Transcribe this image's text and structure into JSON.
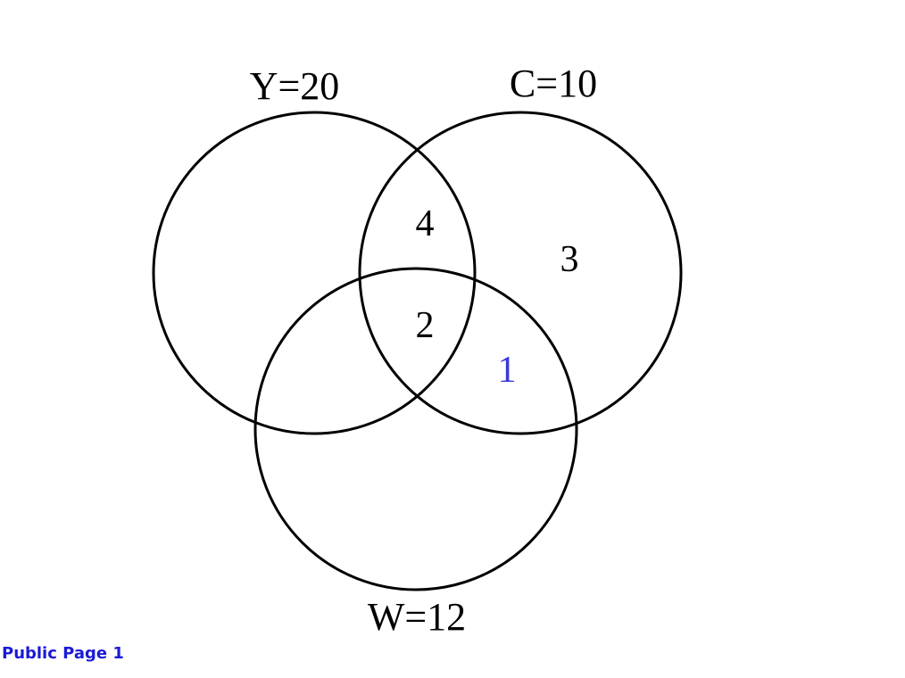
{
  "diagram": {
    "sets": [
      {
        "id": "Y",
        "label": "Y=20"
      },
      {
        "id": "C",
        "label": "C=10"
      },
      {
        "id": "W",
        "label": "W=12"
      }
    ],
    "regions": [
      {
        "id": "Y-C",
        "label": "4",
        "color": "#000000"
      },
      {
        "id": "Y-C-W",
        "label": "2",
        "color": "#000000"
      },
      {
        "id": "C-only",
        "label": "3",
        "color": "#000000"
      },
      {
        "id": "C-W",
        "label": "1",
        "color": "#3a3ad8"
      }
    ]
  },
  "footer": {
    "text": "Public Page 1",
    "color": "#1a1ad6"
  }
}
